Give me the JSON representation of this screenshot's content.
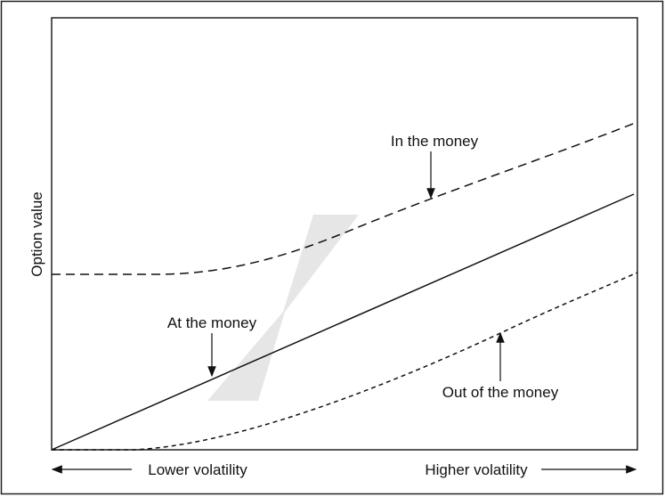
{
  "chart_data": {
    "type": "line",
    "title": "",
    "ylabel": "Option value",
    "xlabel_left": "Lower volatility",
    "xlabel_right": "Higher volatility",
    "series": [
      {
        "name": "In the money",
        "style": "long-dash",
        "description_points": [
          [
            0,
            0.41
          ],
          [
            0.18,
            0.41
          ],
          [
            0.5,
            0.53
          ],
          [
            1,
            0.76
          ]
        ]
      },
      {
        "name": "At the money",
        "style": "solid",
        "description_points": [
          [
            0,
            0
          ],
          [
            1,
            0.59
          ]
        ]
      },
      {
        "name": "Out of the money",
        "style": "short-dash",
        "description_points": [
          [
            0,
            0
          ],
          [
            0.14,
            0
          ],
          [
            0.5,
            0.14
          ],
          [
            1,
            0.41
          ]
        ]
      }
    ],
    "annotations": [
      "In the money",
      "At the money",
      "Out of the money"
    ]
  }
}
